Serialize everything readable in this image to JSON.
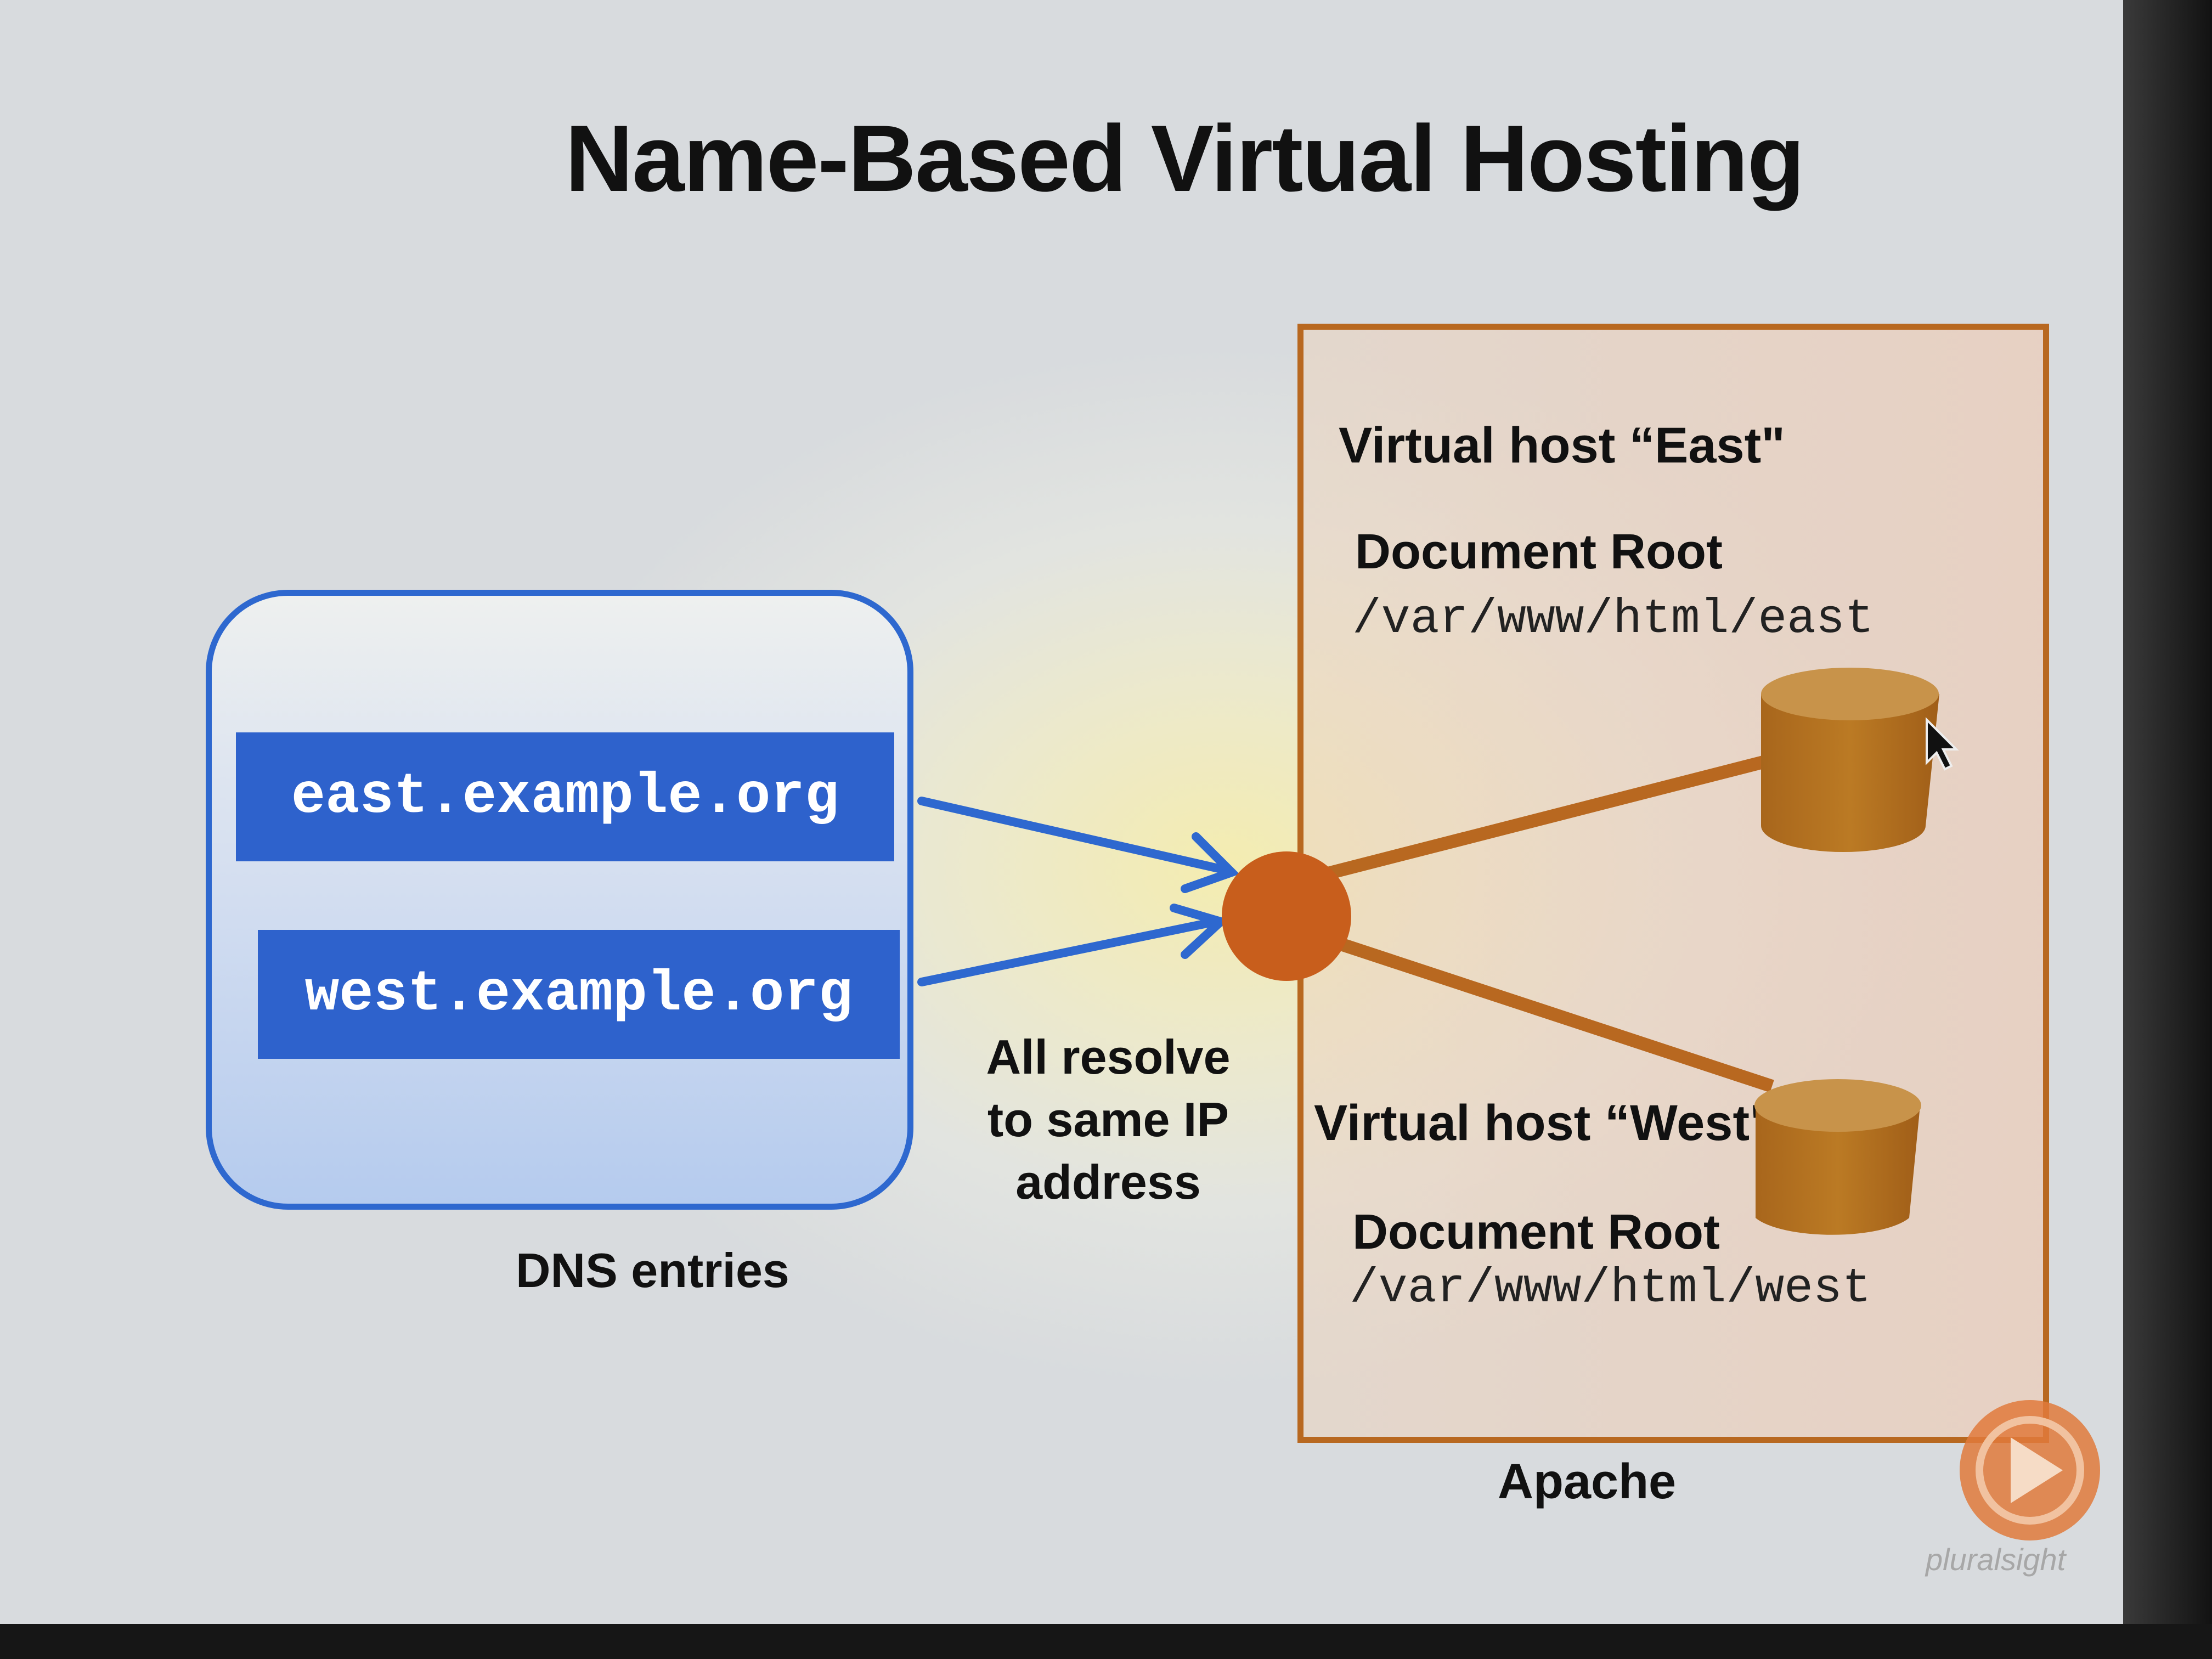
{
  "title": "Name-Based Virtual Hosting",
  "dns": {
    "entries": [
      "east.example.org",
      "west.example.org"
    ],
    "caption": "DNS entries"
  },
  "resolve_note": [
    "All resolve",
    "to same IP",
    "address"
  ],
  "apache": {
    "caption": "Apache",
    "east": {
      "title": "Virtual host “East\"",
      "docroot_label": "Document Root",
      "docroot_path": "/var/www/html/east"
    },
    "west": {
      "title": "Virtual host “West\"",
      "docroot_label": "Document Root",
      "docroot_path": "/var/www/html/west"
    }
  },
  "logo": {
    "text": "pluralsight"
  },
  "colors": {
    "dns_blue": "#2e62cc",
    "apache_orange": "#b86820",
    "ip_node": "#c85e1c",
    "database": "#b87420",
    "logo_orange": "#e07a3c"
  }
}
